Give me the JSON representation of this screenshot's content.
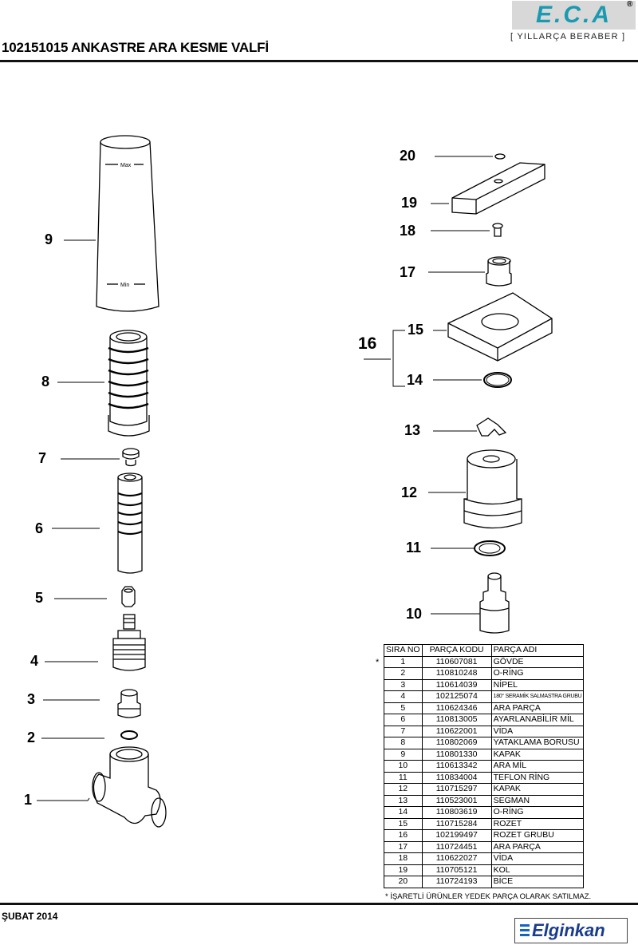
{
  "header": {
    "title": "102151015 ANKASTRE ARA KESME VALFİ",
    "logo": "E.C.A",
    "registered_mark": "®",
    "tagline": "[ YILLARÇA BERABER ]"
  },
  "footer": {
    "date": "ŞUBAT 2014",
    "brand": "Elginkan"
  },
  "diagram": {
    "callouts": [
      "1",
      "2",
      "3",
      "4",
      "5",
      "6",
      "7",
      "8",
      "9",
      "10",
      "11",
      "12",
      "13",
      "14",
      "15",
      "16",
      "17",
      "18",
      "19",
      "20"
    ],
    "max_label": "Max",
    "min_label": "Min"
  },
  "parts_table": {
    "headers": [
      "SIRA NO",
      "PARÇA KODU",
      "PARÇA ADI"
    ],
    "rows": [
      [
        "1",
        "110607081",
        "GÖVDE"
      ],
      [
        "2",
        "110810248",
        "O-RİNG"
      ],
      [
        "3",
        "110614039",
        "NİPEL"
      ],
      [
        "4",
        "102125074",
        "180° SERAMİK SALMASTRA GRUBU"
      ],
      [
        "5",
        "110624346",
        "ARA PARÇA"
      ],
      [
        "6",
        "110813005",
        "AYARLANABİLİR MİL"
      ],
      [
        "7",
        "110622001",
        "VİDA"
      ],
      [
        "8",
        "110802069",
        "YATAKLAMA BORUSU"
      ],
      [
        "9",
        "110801330",
        "KAPAK"
      ],
      [
        "10",
        "110613342",
        "ARA MİL"
      ],
      [
        "11",
        "110834004",
        "TEFLON RİNG"
      ],
      [
        "12",
        "110715297",
        "KAPAK"
      ],
      [
        "13",
        "110523001",
        "SEGMAN"
      ],
      [
        "14",
        "110803619",
        "O-RİNG"
      ],
      [
        "15",
        "110715284",
        "ROZET"
      ],
      [
        "16",
        "102199497",
        "ROZET GRUBU"
      ],
      [
        "17",
        "110724451",
        "ARA PARÇA"
      ],
      [
        "18",
        "110622027",
        "VİDA"
      ],
      [
        "19",
        "110705121",
        "KOL"
      ],
      [
        "20",
        "110724193",
        "BİCE"
      ]
    ],
    "star_marker": "*",
    "note": "* İŞARETLİ ÜRÜNLER YEDEK PARÇA OLARAK SATILMAZ."
  }
}
